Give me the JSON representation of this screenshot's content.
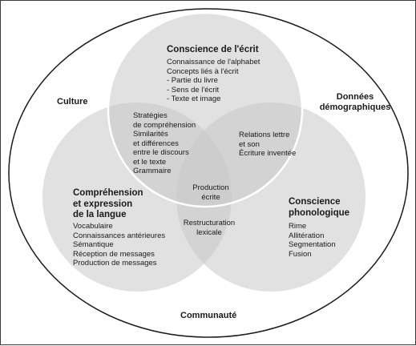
{
  "context": {
    "culture": "Culture",
    "demographics": [
      "Données",
      "démographiques"
    ],
    "community": "Communauté"
  },
  "circles": {
    "writing": {
      "title": "Conscience de l'écrit",
      "items": [
        "Connaissance de l'alphabet",
        "Concepts liés à l'écrit",
        "- Partie du livre",
        "- Sens de l'écrit",
        "- Texte et image"
      ]
    },
    "language": {
      "title": [
        "Compréhension",
        "et expression",
        "de la langue"
      ],
      "items": [
        "Vocabulaire",
        "Connaissances antérieures",
        "Sémantique",
        "Réception de messages",
        "Production de messages"
      ]
    },
    "phonological": {
      "title": [
        "Conscience",
        "phonologique"
      ],
      "items": [
        "Rime",
        "Allitération",
        "Segmentation",
        "Fusion"
      ]
    }
  },
  "overlaps": {
    "writing_language": [
      "Stratégies",
      "de compréhension",
      "Similarités",
      "et différences",
      "entre le discours",
      "et le texte",
      "Grammaire"
    ],
    "writing_phonological": [
      "Relations lettre",
      "et son",
      "Écriture inventée"
    ],
    "center": [
      "Production",
      "écrite"
    ],
    "language_phonological": [
      "Restructuration",
      "lexicale"
    ]
  },
  "colors": {
    "ellipse_stroke": "#1a1a1a",
    "circle_fill": "#c8c8c8",
    "circle_fill_opacity": "0.55",
    "top_circle_stroke": "#ffffff",
    "text": "#1a1a1a"
  }
}
